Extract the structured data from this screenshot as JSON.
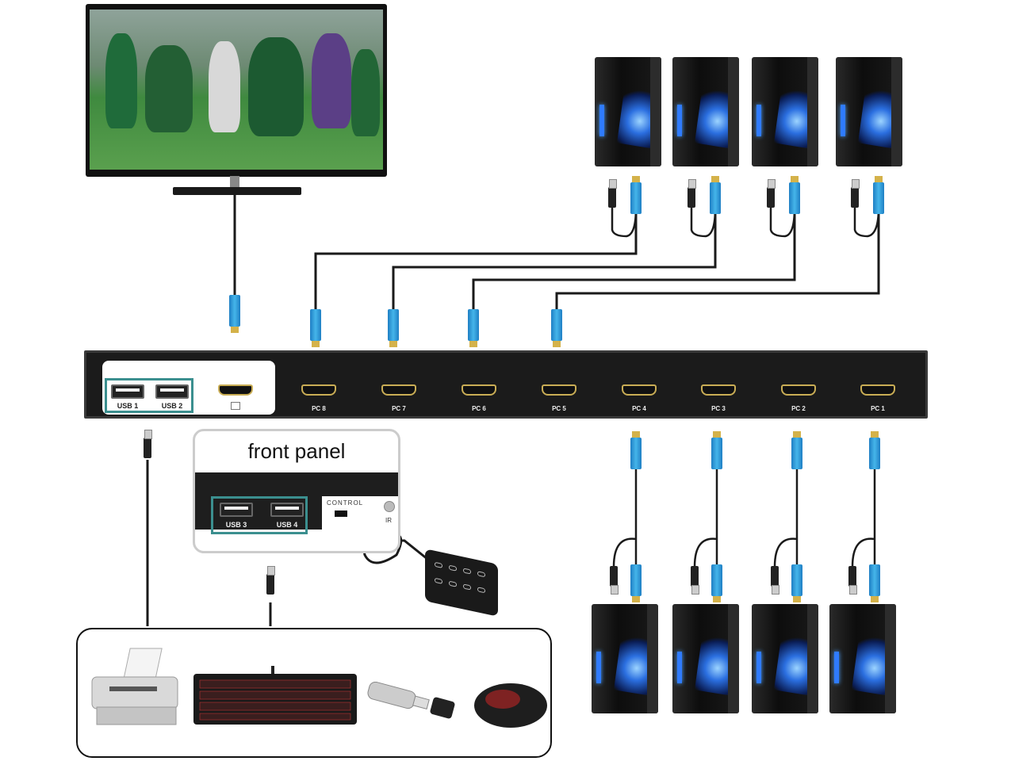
{
  "diagram": {
    "title": "8-port HDMI KVM switch connection diagram",
    "kvm": {
      "usb_ports": [
        "USB 1",
        "USB 2"
      ],
      "monitor_icon": "monitor-icon",
      "pc_ports": [
        "PC 8",
        "PC 7",
        "PC 6",
        "PC 5",
        "PC 4",
        "PC 3",
        "PC 2",
        "PC 1"
      ]
    },
    "front_panel": {
      "title": "front panel",
      "usb_ports": [
        "USB 3",
        "USB 4"
      ],
      "control_label": "CONTROL",
      "ir_label": "IR"
    },
    "peripherals": [
      "printer",
      "keyboard",
      "usb-flash-drive",
      "mouse"
    ],
    "colors": {
      "hdmi_connector": "#45b5ea",
      "usb_group_border": "#3b8f8f",
      "kvm_body": "#1b1b1b"
    }
  }
}
